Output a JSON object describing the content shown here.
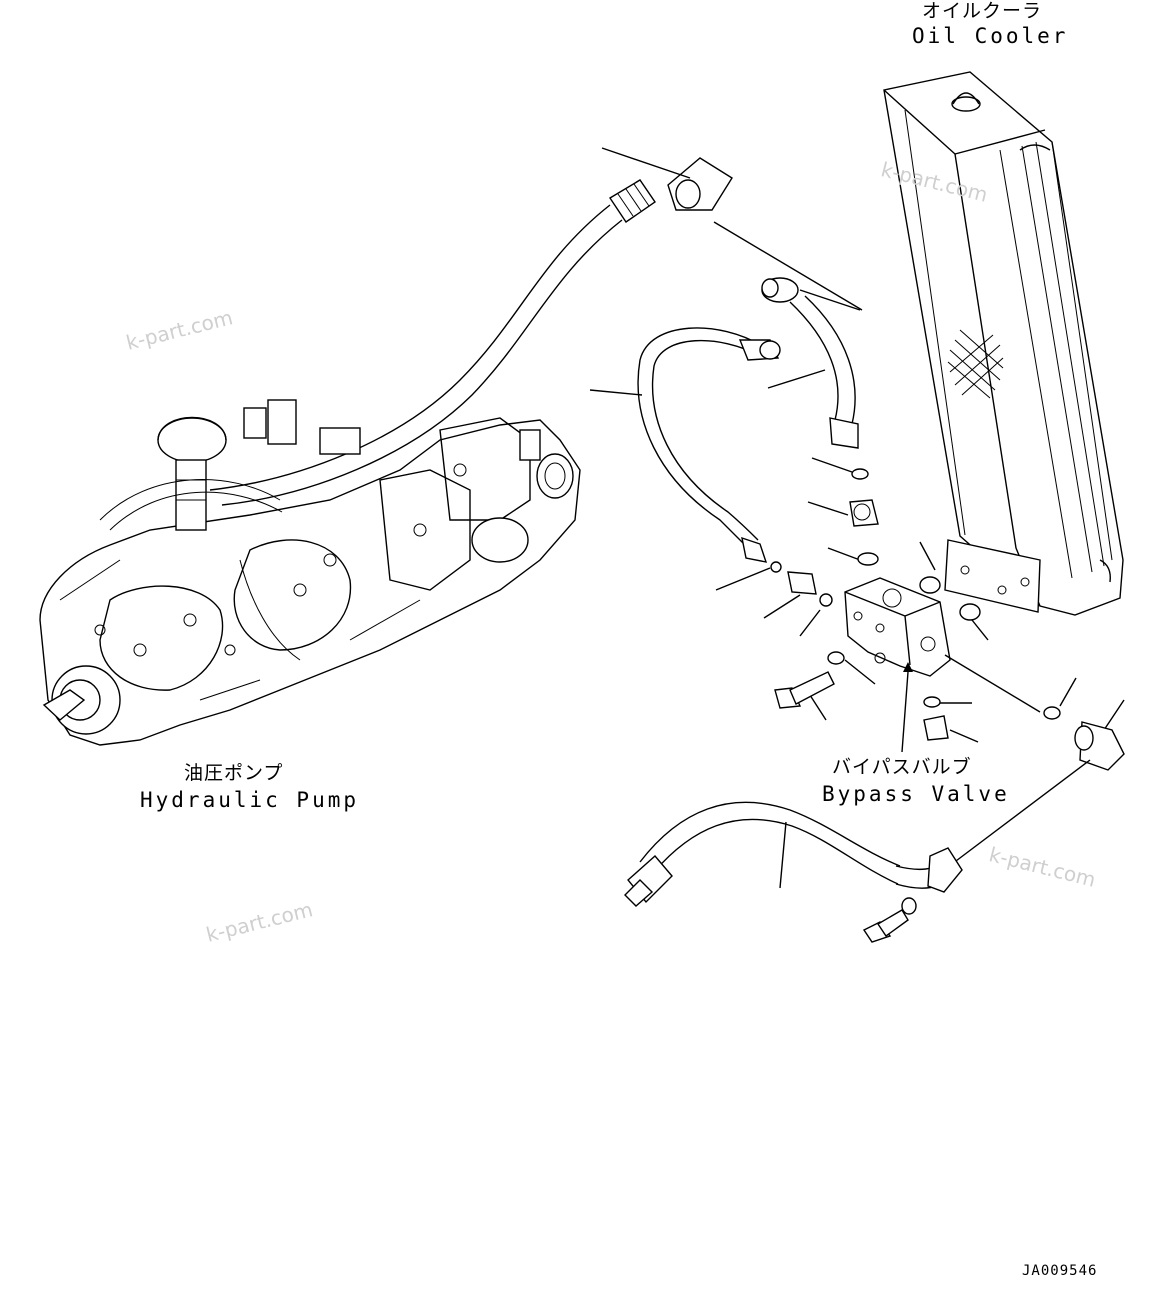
{
  "labels": {
    "oil_cooler_jp": "オイルクーラ",
    "oil_cooler_en": "Oil Cooler",
    "hydraulic_pump_jp": "油圧ポンプ",
    "hydraulic_pump_en": "Hydraulic Pump",
    "bypass_valve_jp": "バイパスバルブ",
    "bypass_valve_en": "Bypass Valve"
  },
  "drawing_code": "JA009546",
  "watermark": "k-part.com"
}
